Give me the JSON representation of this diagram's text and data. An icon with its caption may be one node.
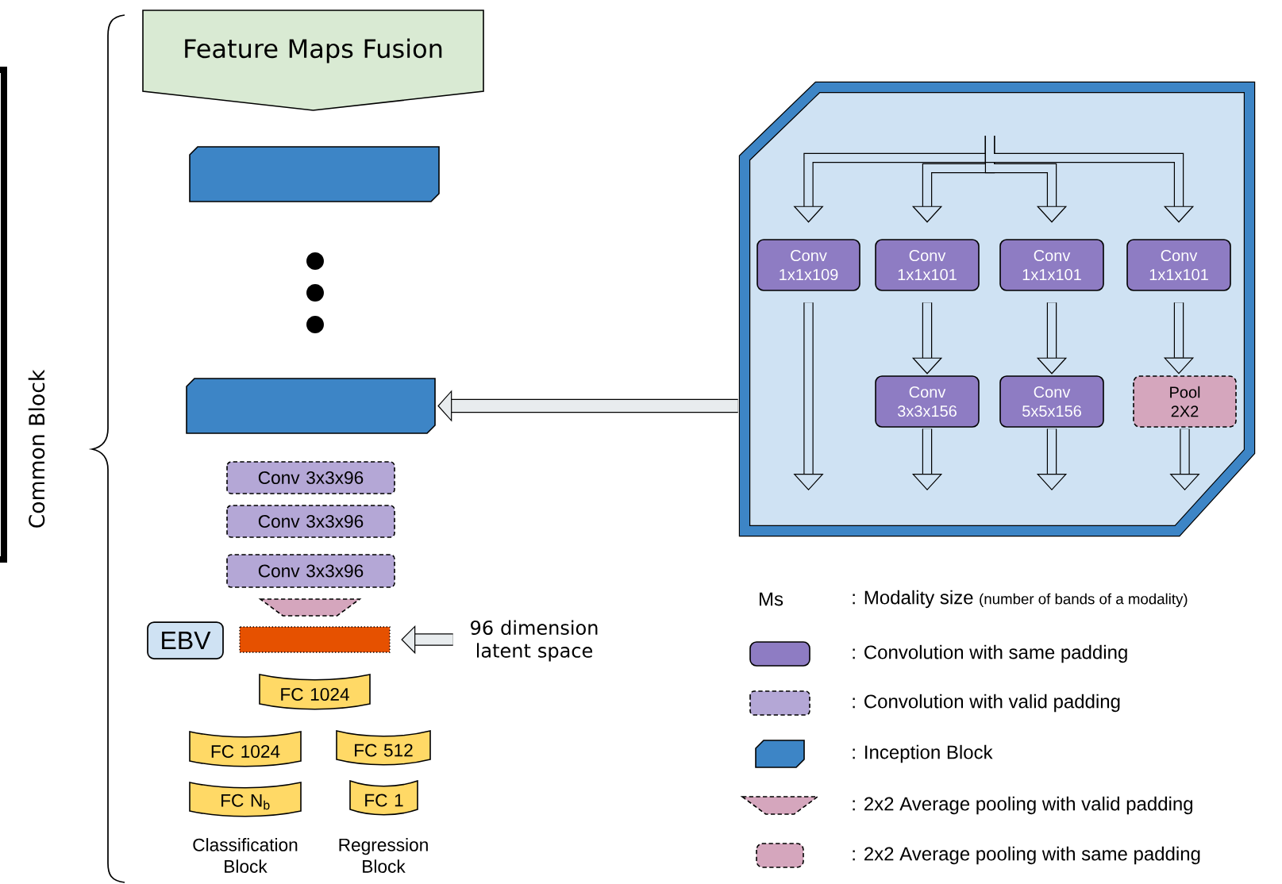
{
  "diagram": {
    "nodes": [
      {
        "text": [
          "Feature Maps Fusion"
        ]
      },
      {
        "text": [],
        "shape": "box"
      },
      {
        "text": [],
        "shape": "box"
      },
      {
        "text": [
          "Conv 3x3x96"
        ]
      },
      {
        "text": [
          "Conv 3x3x96"
        ]
      },
      {
        "text": [
          "Conv 3x3x96"
        ]
      },
      {
        "text": [],
        "shape": "trapezoid"
      },
      {
        "text": [
          "EBV"
        ]
      },
      {
        "text": [],
        "shape": "bar"
      },
      {
        "text": [
          "FC 1024"
        ]
      },
      {
        "text": [
          "FC 1024"
        ]
      },
      {
        "text": [
          "FC N$_{b}$"
        ]
      },
      {
        "text": [
          "FC 512"
        ]
      },
      {
        "text": [
          "FC 1"
        ]
      },
      {
        "text": [],
        "shape": "box"
      },
      {
        "text": [
          "Conv 1x1x109"
        ],
        "in": 14
      },
      {
        "text": [
          "Conv 1x1x101"
        ],
        "in": 14
      },
      {
        "text": [
          "Conv 1x1x101"
        ],
        "in": 14
      },
      {
        "text": [
          "Conv 1x1x101"
        ],
        "in": 14
      },
      {
        "text": [
          "Conv 3x3x156"
        ],
        "in": 14
      },
      {
        "text": [
          "Conv 5x5x156"
        ],
        "in": 14
      },
      {
        "text": [
          "Pool 2X2"
        ],
        "in": 14
      },
      {
        "text": [
          "96 dimension latent space"
        ]
      }
    ],
    "edges": [
      {
        "from": 14,
        "to": 2,
        "arrow": "to"
      },
      {
        "from": 22,
        "to": 8,
        "arrow": "to"
      },
      {
        "from": null,
        "to": 15,
        "arrow": "to"
      },
      {
        "from": null,
        "to": 16,
        "arrow": "to"
      },
      {
        "from": null,
        "to": 17,
        "arrow": "to"
      },
      {
        "from": null,
        "to": 18,
        "arrow": "to"
      },
      {
        "from": 15,
        "to": null,
        "arrow": "to"
      },
      {
        "from": 16,
        "to": 19,
        "arrow": "to"
      },
      {
        "from": 17,
        "to": 20,
        "arrow": "to"
      },
      {
        "from": 18,
        "to": 21,
        "arrow": "to"
      },
      {
        "from": 19,
        "to": null,
        "arrow": "to"
      },
      {
        "from": 20,
        "to": null,
        "arrow": "to"
      },
      {
        "from": 21,
        "to": null,
        "arrow": "to"
      }
    ],
    "labels": [
      "Common Block",
      "Classification Block",
      "Regression Block",
      "Ms",
      ": Modality size",
      "(number of bands of a modality)"
    ],
    "legend": [
      {
        "text": ": Convolution with same padding"
      },
      {
        "text": ": Convolution with valid padding"
      },
      {
        "text": ": Inception Block"
      },
      {
        "text": ": 2x2 Average pooling with valid padding"
      },
      {
        "text": ": 2x2 Average pooling with same padding"
      }
    ]
  }
}
